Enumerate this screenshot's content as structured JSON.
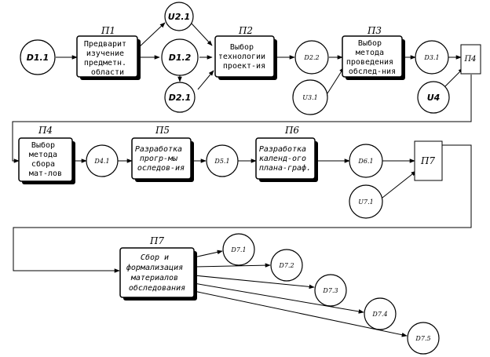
{
  "colors": {
    "stroke": "#000000",
    "fill": "#ffffff",
    "shadow": "#000000"
  },
  "processes": [
    {
      "id": "p1",
      "label": "П1",
      "lines": [
        "Предварит",
        "изучение",
        "предметн.",
        "области"
      ],
      "italic": false
    },
    {
      "id": "p2",
      "label": "П2",
      "lines": [
        "Выбор",
        "технологии",
        "проект-ия"
      ],
      "italic": false
    },
    {
      "id": "p3",
      "label": "П3",
      "lines": [
        "Выбор",
        "метода",
        "проведения",
        "обслед-ния"
      ],
      "italic": false
    },
    {
      "id": "p4a",
      "label": "П4"
    },
    {
      "id": "p4",
      "label": "П4",
      "lines": [
        "Выбор",
        "метода",
        "сбора",
        "мат-лов"
      ],
      "italic": false
    },
    {
      "id": "p5",
      "label": "П5",
      "lines": [
        "Разработка",
        "прогр-мы",
        "оследов-ия"
      ],
      "italic": true
    },
    {
      "id": "p6",
      "label": "П6",
      "lines": [
        "Разработка",
        "календ-ого",
        "плана-граф."
      ],
      "italic": true
    },
    {
      "id": "p7a",
      "label": "П7"
    },
    {
      "id": "p7",
      "label": "П7",
      "lines": [
        "Сбор и",
        "формализация",
        "материалов",
        "обследования"
      ],
      "italic": true
    }
  ],
  "data_nodes": [
    "D1.1",
    "U2.1",
    "D1.2",
    "D2.1",
    "D2.2",
    "U3.1",
    "D3.1",
    "U4",
    "D4.1",
    "D5.1",
    "D6.1",
    "U7.1",
    "D7.1",
    "D7.2",
    "D7.3",
    "D7.4",
    "D7.5"
  ]
}
